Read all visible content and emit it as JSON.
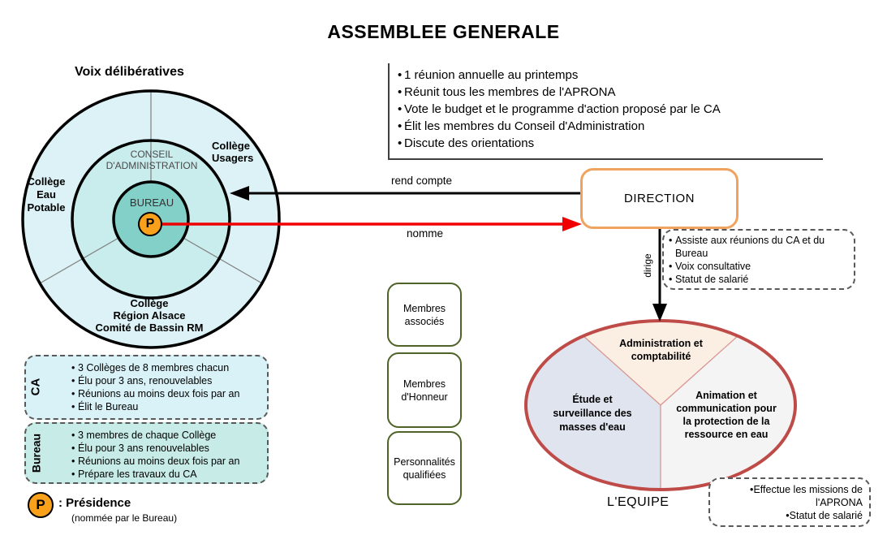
{
  "title": "ASSEMBLEE GENERALE",
  "assembly": {
    "items": [
      "1 réunion annuelle au printemps",
      "Réunit tous les membres de l'APRONA",
      "Vote le budget et le programme d'action proposé par le CA",
      "Élit les membres du Conseil d'Administration",
      "Discute des orientations"
    ]
  },
  "circles": {
    "heading": "Voix délibératives",
    "college_usagers": "Collège\nUsagers",
    "college_eau": "Collège\nEau\nPotable",
    "college_region": "Collège\nRégion Alsace\nComité de Bassin RM",
    "conseil": "CONSEIL\nD'ADMINISTRATION",
    "bureau": "BUREAU",
    "president": "P"
  },
  "relations": {
    "rend_compte": "rend compte",
    "nomme": "nomme",
    "dirige": "dirige"
  },
  "direction": {
    "label": "DIRECTION",
    "notes": [
      "Assiste aux réunions du CA et du Bureau",
      "Voix consultative",
      "Statut de salarié"
    ]
  },
  "ca": {
    "label": "CA",
    "items": [
      "3 Collèges de 8 membres chacun",
      "Élu pour 3 ans, renouvelables",
      "Réunions au moins deux fois par an",
      "Élit le Bureau"
    ]
  },
  "bureau": {
    "label": "Bureau",
    "items": [
      "3 membres de chaque Collège",
      "Élu pour 3 ans renouvelables",
      "Réunions au moins deux fois par an",
      "Prépare les travaux du CA"
    ]
  },
  "members": {
    "boxes": [
      "Membres\nassociés",
      "Membres\nd'Honneur",
      "Personnalités\nqualifiées"
    ]
  },
  "team": {
    "label": "L'EQUIPE",
    "sectors": {
      "admin": "Administration et\ncomptabilité",
      "etude": "Étude et\nsurveillance des\nmasses d'eau",
      "animation": "Animation et\ncommunication pour\nla protection de la\nressource en eau"
    },
    "notes": [
      "Effectue les missions de l'APRONA",
      "Statut de salarié"
    ]
  },
  "legend": {
    "symbol": "P",
    "label": ": Présidence",
    "sublabel": "(nommée par le Bureau)"
  },
  "colors": {
    "outer_ring": "#DCF2F6",
    "middle_ring": "#C9ECEC",
    "inner_circle": "#82D0C8",
    "president_orange": "#F9A11B",
    "direction_border": "#F0A35F",
    "ca_fill": "#D9F2F7",
    "bureau_fill": "#C7EBE7",
    "member_border": "#4F6228",
    "team_border": "#BE4B48",
    "sector_admin": "#FBEEE3",
    "sector_etude": "#DFE4EF",
    "sector_animation": "#F4F4F4",
    "arrow_red": "#F00000",
    "arrow_black": "#000000"
  }
}
